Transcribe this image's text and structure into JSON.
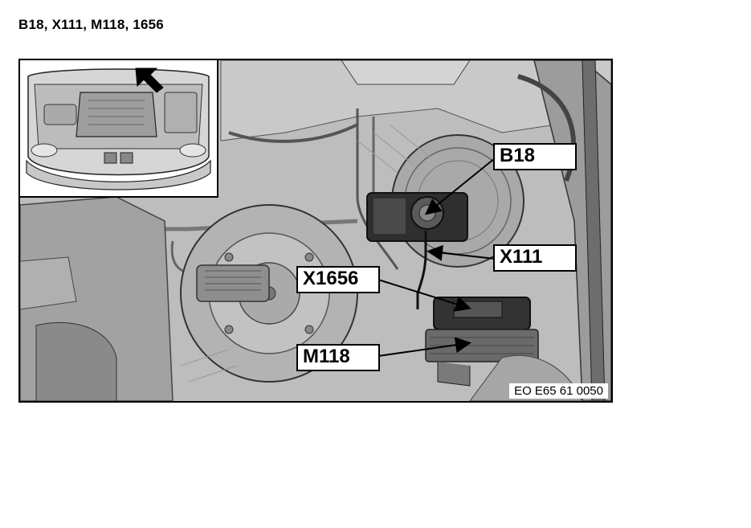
{
  "page": {
    "title": "B18, X111, M118, 1656"
  },
  "figure": {
    "inset_arrow_icon": "arrow-icon",
    "callouts": {
      "b18": "B18",
      "x111": "X111",
      "x1656": "X1656",
      "m118": "M118"
    },
    "reference_code": "EO E65 61 0050"
  }
}
